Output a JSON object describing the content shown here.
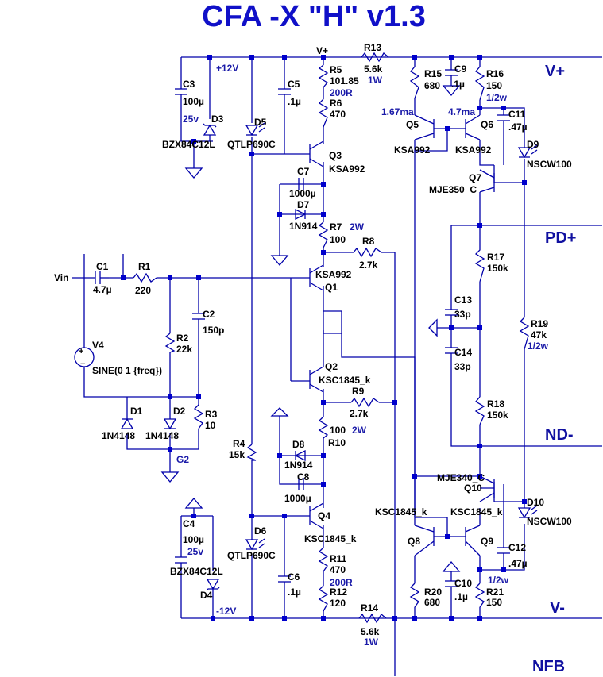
{
  "title": "CFA -X \"H\" v1.3",
  "rails": {
    "vplus_node": "V+",
    "plus12": "+12V",
    "minus12": "-12V",
    "g2": "G2",
    "vin": "Vin"
  },
  "ports": {
    "vplus": "V+",
    "pdplus": "PD+",
    "ndminus": "ND-",
    "vminus": "V-",
    "nfb": "NFB"
  },
  "components": {
    "R13": {
      "ref": "R13",
      "val": "5.6k",
      "note": "1W"
    },
    "R14": {
      "ref": "R14",
      "val": "5.6k",
      "note": "1W"
    },
    "R5": {
      "ref": "R5",
      "val": "101.85",
      "note": "200R"
    },
    "R6": {
      "ref": "R6",
      "val": "470"
    },
    "R7": {
      "ref": "R7",
      "val": "100",
      "note": "2W"
    },
    "R8": {
      "ref": "R8",
      "val": "2.7k"
    },
    "R9": {
      "ref": "R9",
      "val": "2.7k"
    },
    "R10": {
      "ref": "R10",
      "val": "100",
      "note": "2W"
    },
    "R11": {
      "ref": "R11",
      "val": "470",
      "note": "200R"
    },
    "R12": {
      "ref": "R12",
      "val": "120"
    },
    "R15": {
      "ref": "R15",
      "val": "680"
    },
    "R16": {
      "ref": "R16",
      "val": "150",
      "note": "1/2w"
    },
    "R17": {
      "ref": "R17",
      "val": "150k"
    },
    "R18": {
      "ref": "R18",
      "val": "150k"
    },
    "R19": {
      "ref": "R19",
      "val": "47k",
      "note": "1/2w"
    },
    "R20": {
      "ref": "R20",
      "val": "680"
    },
    "R21": {
      "ref": "R21",
      "val": "150",
      "note": "1/2w"
    },
    "R1": {
      "ref": "R1",
      "val": "220"
    },
    "R2": {
      "ref": "R2",
      "val": "22k"
    },
    "R3": {
      "ref": "R3",
      "val": "10"
    },
    "R4": {
      "ref": "R4",
      "val": "15k"
    },
    "C1": {
      "ref": "C1",
      "val": "4.7µ"
    },
    "C2": {
      "ref": "C2",
      "val": "150p"
    },
    "C3": {
      "ref": "C3",
      "val": "100µ",
      "note": "25v"
    },
    "C4": {
      "ref": "C4",
      "val": "100µ",
      "note": "25v"
    },
    "C5": {
      "ref": "C5",
      "val": ".1µ"
    },
    "C6": {
      "ref": "C6",
      "val": ".1µ"
    },
    "C7": {
      "ref": "C7",
      "val": "1000µ"
    },
    "C8": {
      "ref": "C8",
      "val": "1000µ"
    },
    "C9": {
      "ref": "C9",
      "val": ".1µ"
    },
    "C10": {
      "ref": "C10",
      "val": ".1µ"
    },
    "C11": {
      "ref": "C11",
      "val": ".47µ"
    },
    "C12": {
      "ref": "C12",
      "val": ".47µ"
    },
    "C13": {
      "ref": "C13",
      "val": "33p"
    },
    "C14": {
      "ref": "C14",
      "val": "33p"
    },
    "D1": {
      "ref": "D1",
      "val": "1N4148"
    },
    "D2": {
      "ref": "D2",
      "val": "1N4148"
    },
    "D3": {
      "ref": "D3",
      "val": "BZX84C12L"
    },
    "D4": {
      "ref": "D4",
      "val": "BZX84C12L"
    },
    "D5": {
      "ref": "D5",
      "val": "QTLP690C"
    },
    "D6": {
      "ref": "D6",
      "val": "QTLP690C"
    },
    "D7": {
      "ref": "D7",
      "val": "1N914"
    },
    "D8": {
      "ref": "D8",
      "val": "1N914"
    },
    "D9": {
      "ref": "D9",
      "val": "NSCW100"
    },
    "D10": {
      "ref": "D10",
      "val": "NSCW100"
    },
    "Q1": {
      "ref": "Q1",
      "val": "KSA992"
    },
    "Q2": {
      "ref": "Q2",
      "val": "KSC1845_k"
    },
    "Q3": {
      "ref": "Q3",
      "val": "KSA992"
    },
    "Q4": {
      "ref": "Q4",
      "val": "KSC1845_k"
    },
    "Q5": {
      "ref": "Q5",
      "val": "KSA992",
      "note": "1.67ma"
    },
    "Q6": {
      "ref": "Q6",
      "val": "KSA992",
      "note": "4.7ma"
    },
    "Q7": {
      "ref": "Q7",
      "val": "MJE350_C"
    },
    "Q8": {
      "ref": "Q8",
      "val": "KSC1845_k"
    },
    "Q9": {
      "ref": "Q9",
      "val": "KSC1845_k"
    },
    "Q10": {
      "ref": "Q10",
      "val": "MJE340_C"
    },
    "V4": {
      "ref": "V4",
      "val": "SINE(0 1 {freq})"
    }
  }
}
